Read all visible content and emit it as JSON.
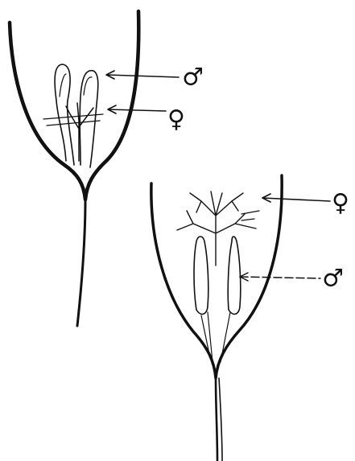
{
  "figure": {
    "left_floret": {
      "labels": {
        "male": "♂",
        "female": "♀"
      },
      "parts": [
        "corolla",
        "stamens",
        "stigma",
        "stalk"
      ]
    },
    "right_floret": {
      "labels": {
        "female": "♀",
        "male": "♂"
      },
      "parts": [
        "corolla",
        "stigma-branches",
        "stamens",
        "stalk"
      ]
    }
  }
}
